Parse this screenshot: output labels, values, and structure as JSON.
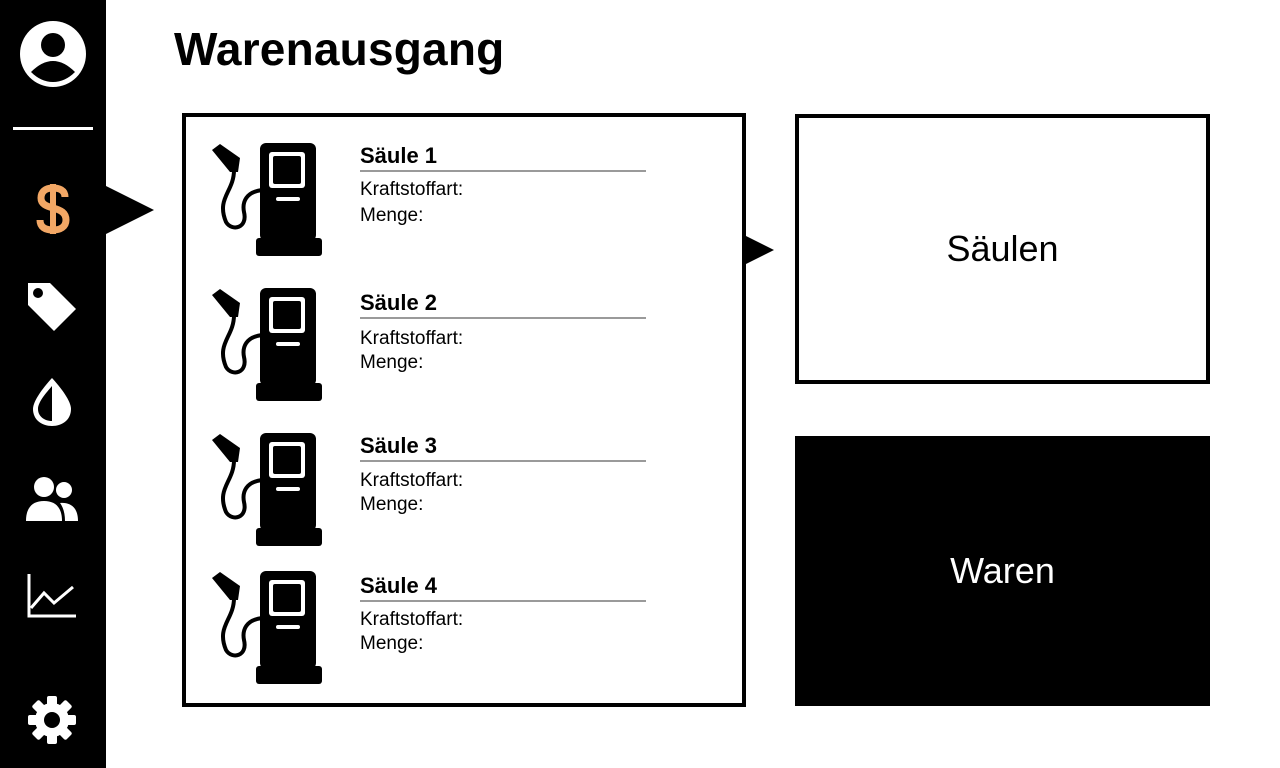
{
  "page": {
    "title": "Warenausgang"
  },
  "sidebar": {
    "items": [
      {
        "name": "profile",
        "icon": "account-circle-icon"
      },
      {
        "name": "sales",
        "icon": "dollar-icon",
        "active": true,
        "color": "#F2A765"
      },
      {
        "name": "pricing",
        "icon": "tag-icon"
      },
      {
        "name": "fuel",
        "icon": "drop-icon"
      },
      {
        "name": "users",
        "icon": "people-icon"
      },
      {
        "name": "statistics",
        "icon": "line-chart-icon"
      },
      {
        "name": "settings",
        "icon": "gear-icon"
      }
    ]
  },
  "pumps": [
    {
      "name": "Säule 1",
      "fuel_label": "Kraftstoffart:",
      "amount_label": "Menge:"
    },
    {
      "name": "Säule 2",
      "fuel_label": "Kraftstoffart:",
      "amount_label": "Menge:"
    },
    {
      "name": "Säule 3",
      "fuel_label": "Kraftstoffart:",
      "amount_label": "Menge:"
    },
    {
      "name": "Säule 4",
      "fuel_label": "Kraftstoffart:",
      "amount_label": "Menge:"
    }
  ],
  "tiles": {
    "saeulen_label": "Säulen",
    "waren_label": "Waren"
  },
  "colors": {
    "sidebar_bg": "#000000",
    "accent": "#F2A765"
  }
}
